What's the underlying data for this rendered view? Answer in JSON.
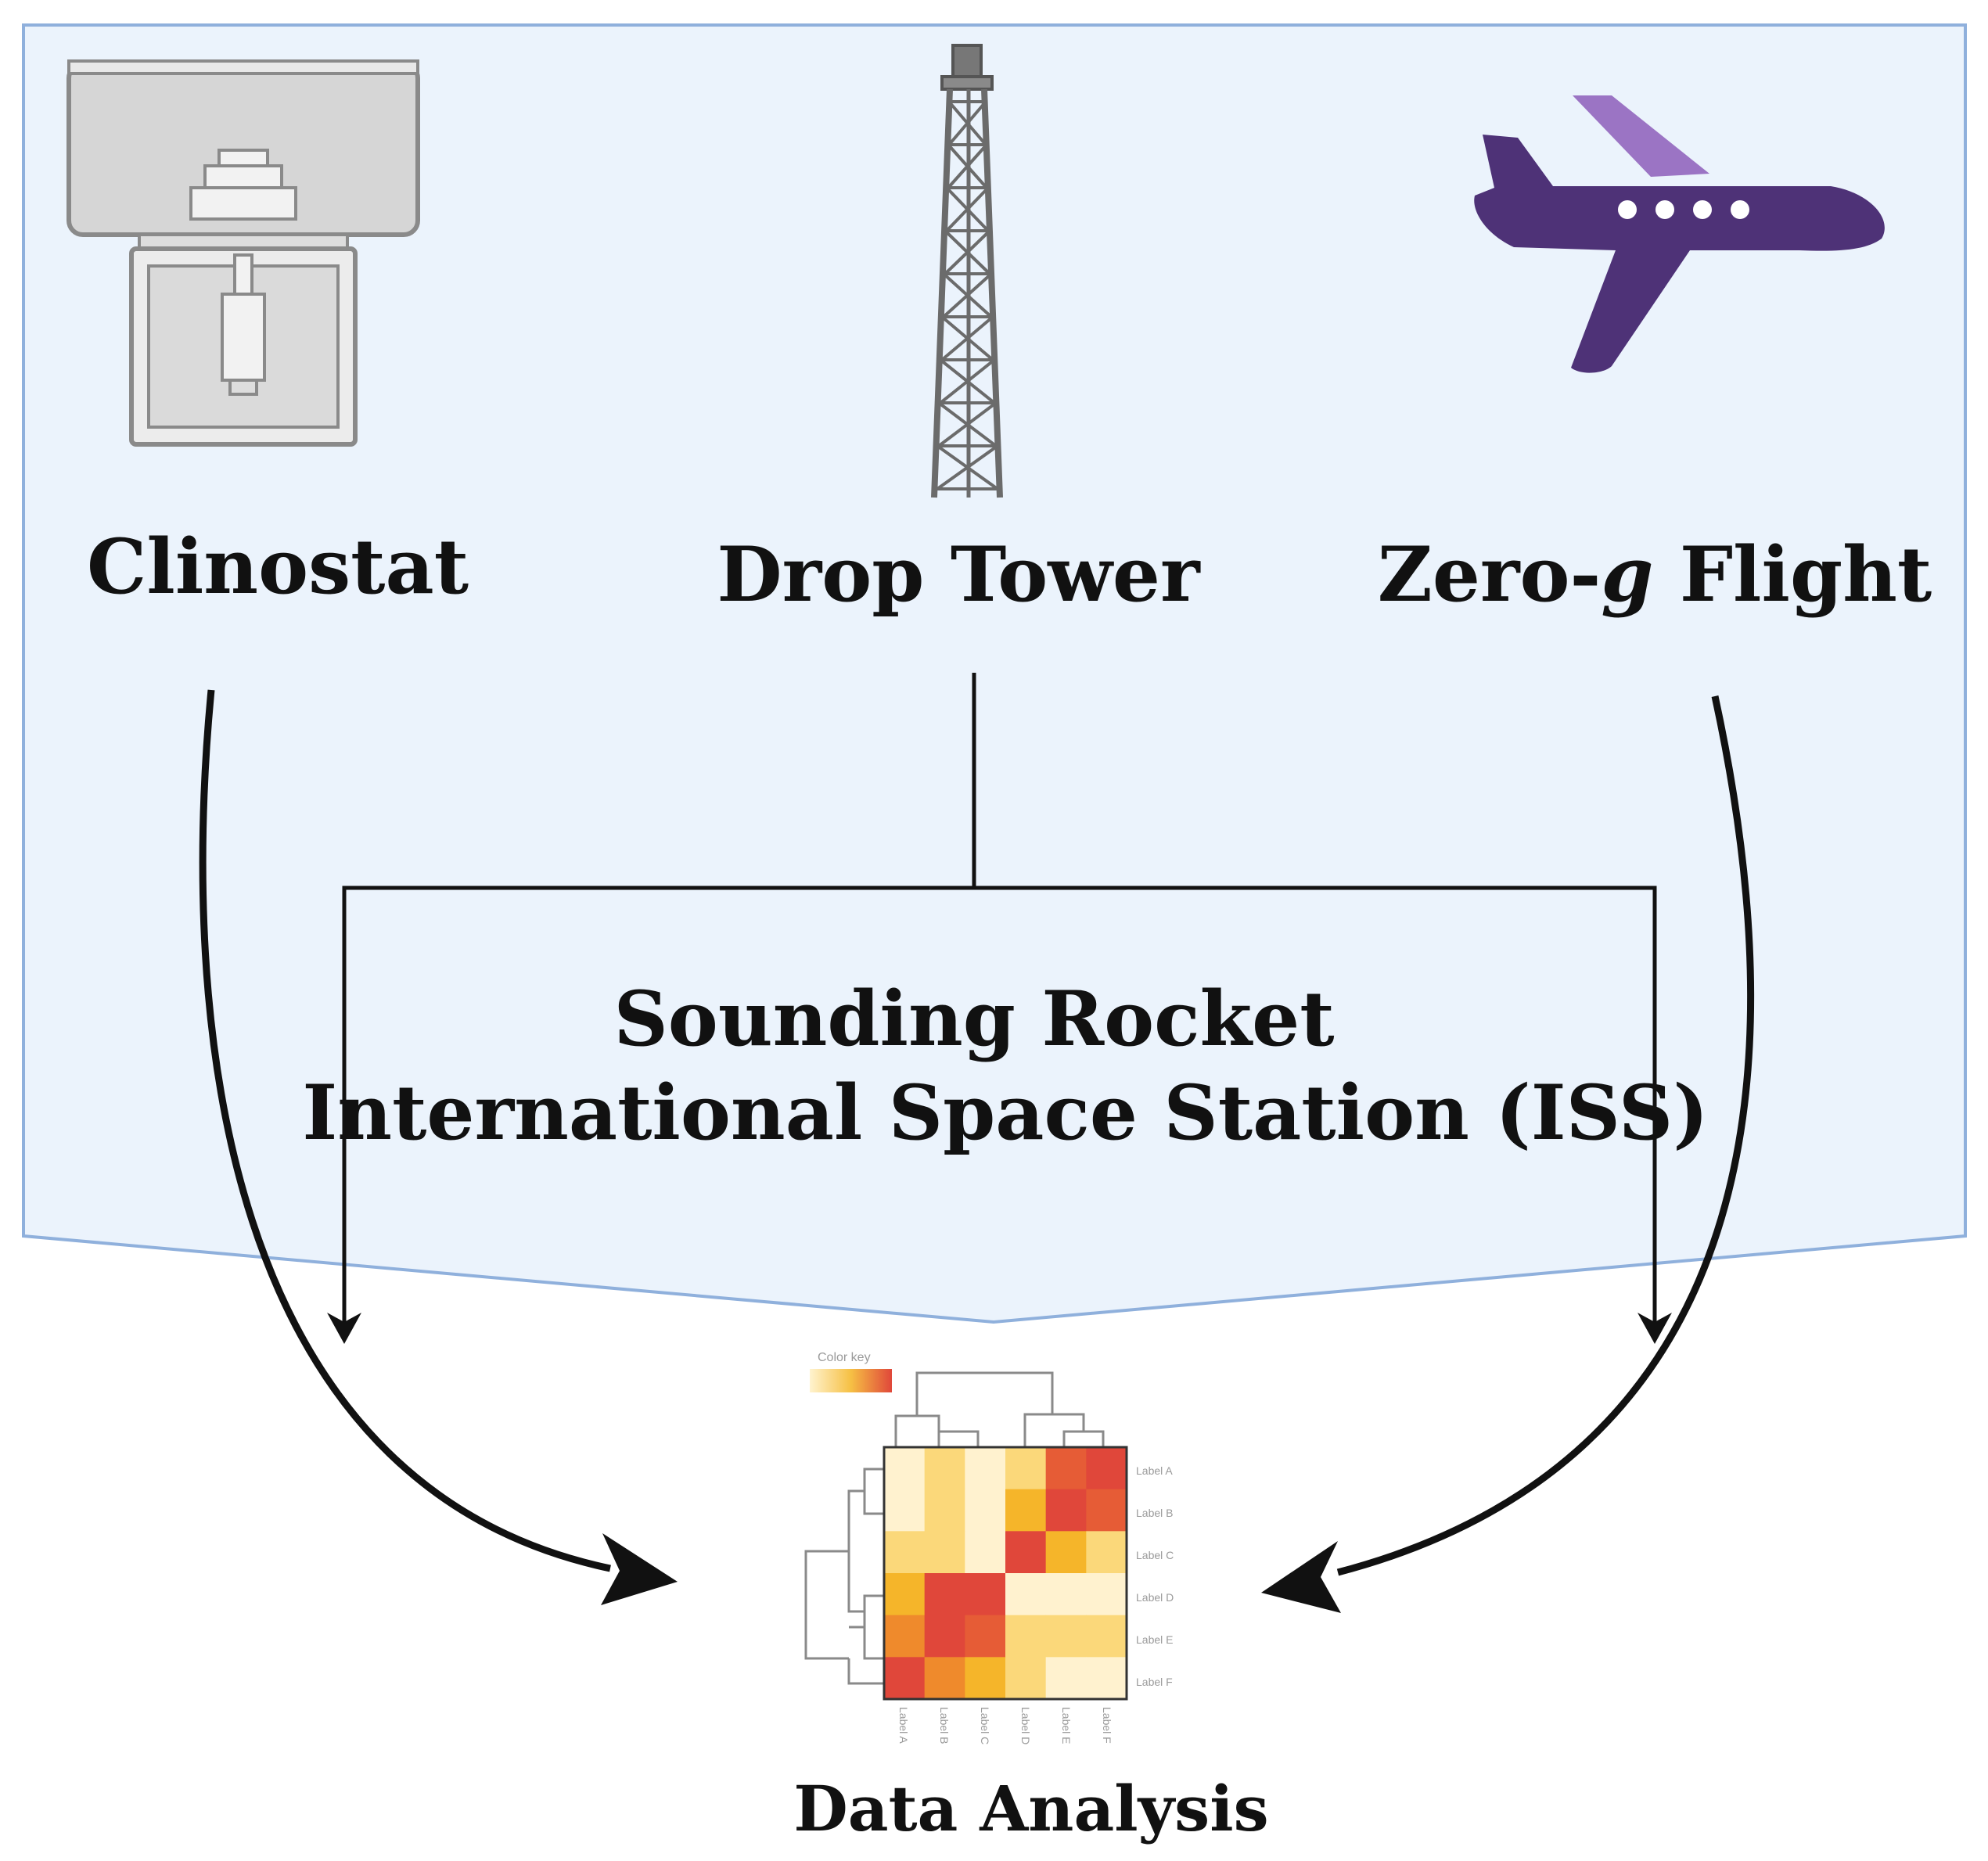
{
  "diagram": {
    "platforms": [
      {
        "id": "clinostat",
        "label": "Clinostat",
        "icon": "clinostat-icon"
      },
      {
        "id": "drop-tower",
        "label": "Drop Tower",
        "icon": "drop-tower-icon"
      },
      {
        "id": "zero-g-flight",
        "label_prefix": "Zero-",
        "label_italic": "g",
        "label_suffix": " Flight",
        "icon": "airplane-icon"
      }
    ],
    "space_platforms": {
      "line1": "Sounding Rocket",
      "line2": "International Space Station (ISS)"
    },
    "output": {
      "label": "Data Analysis",
      "icon": "heatmap-icon"
    },
    "heatmap": {
      "legend_title": "Color key",
      "row_labels": [
        "Label A",
        "Label B",
        "Label C",
        "Label D",
        "Label E",
        "Label F"
      ],
      "column_labels": [
        "Label A",
        "Label B",
        "Label C",
        "Label D",
        "Label E",
        "Label F"
      ]
    },
    "colors": {
      "panel_fill": "#ebf3fc",
      "panel_border": "#8fb0dc",
      "airplane": "#4e3277",
      "airplane_tail": "#9b74c4",
      "arrow": "#111111"
    }
  }
}
